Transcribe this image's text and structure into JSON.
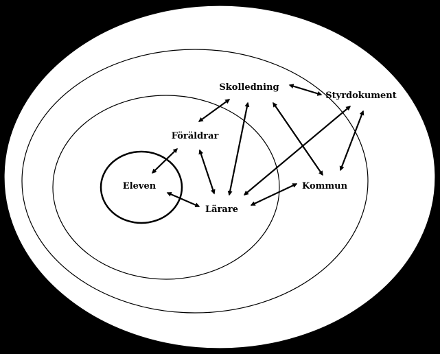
{
  "colors": {
    "background": "#000000",
    "ring_fill": "#ffffff",
    "stroke": "#000000",
    "text": "#000000"
  },
  "nodes": {
    "eleven": "Eleven",
    "foraldrar": "Föräldrar",
    "larare": "Lärare",
    "skolledning": "Skolledning",
    "styrdokument": "Styrdokument",
    "kommun": "Kommun"
  }
}
